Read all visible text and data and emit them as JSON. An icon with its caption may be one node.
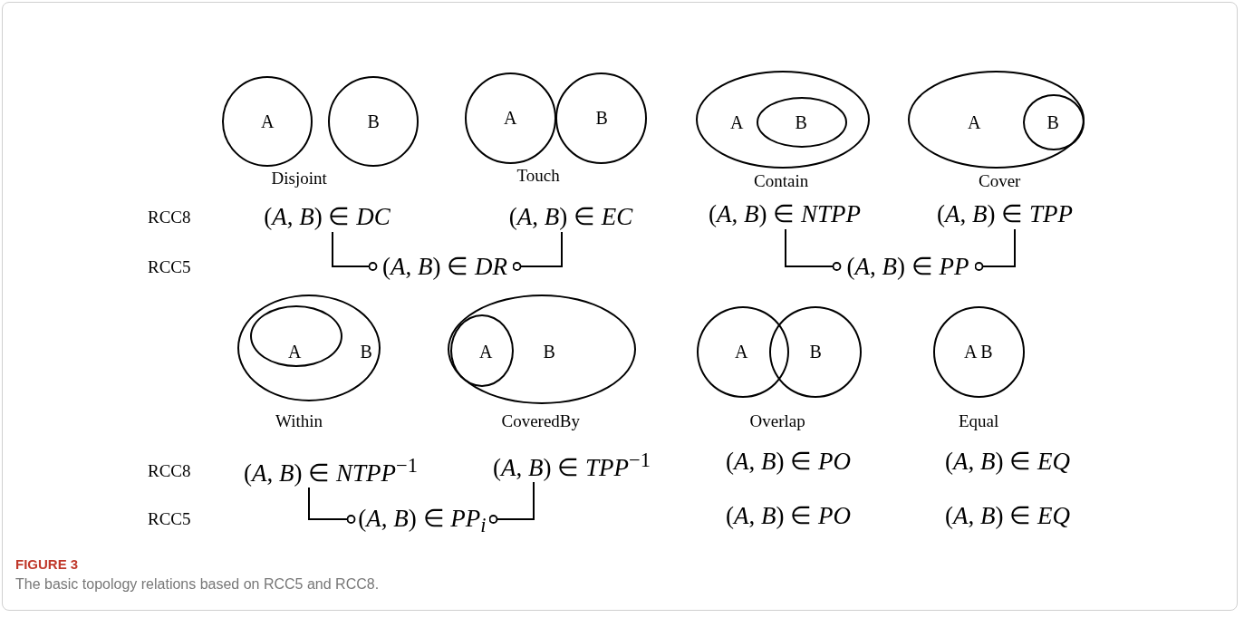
{
  "diagram": {
    "caption": "The basic topology relations based on RCC5 and RCC8.",
    "nodes": [
      {
        "text": [
          "A"
        ]
      },
      {
        "text": [
          "B"
        ]
      },
      {
        "text": [
          "A"
        ]
      },
      {
        "text": [
          "B"
        ]
      },
      {
        "text": [
          "A"
        ]
      },
      {
        "text": [
          "B"
        ],
        "in": 4
      },
      {
        "text": [
          "A"
        ]
      },
      {
        "text": [
          "B"
        ],
        "in": 6
      },
      {
        "text": [
          "(*A*, *B*) ∈ *DC*"
        ]
      },
      {
        "text": [
          "(*A*, *B*) ∈ *EC*"
        ]
      },
      {
        "text": [
          "(*A*, *B*) ∈ *NTPP*"
        ]
      },
      {
        "text": [
          "(*A*, *B*) ∈ *TPP*"
        ]
      },
      {
        "text": [
          "(*A*, *B*) ∈ *DR*"
        ]
      },
      {
        "text": [
          "(*A*, *B*) ∈ *PP*"
        ]
      },
      {
        "text": [
          "B"
        ]
      },
      {
        "text": [
          "A"
        ],
        "in": 14
      },
      {
        "text": [
          "B"
        ]
      },
      {
        "text": [
          "A"
        ],
        "in": 16
      },
      {
        "text": [
          "A"
        ]
      },
      {
        "text": [
          "B"
        ]
      },
      {
        "text": [
          "A B"
        ]
      },
      {
        "text": [
          "(*A*, *B*) ∈ *NTPP*$^{−1}$"
        ]
      },
      {
        "text": [
          "(*A*, *B*) ∈ *TPP*$^{−1}$"
        ]
      },
      {
        "text": [
          "(*A*, *B*) ∈ *PP*$_{i}$"
        ]
      }
    ],
    "edges": [
      {
        "from": 8,
        "to": 12,
        "arrow": "other"
      },
      {
        "from": 9,
        "to": 12,
        "arrow": "other"
      },
      {
        "from": 10,
        "to": 13,
        "arrow": "other"
      },
      {
        "from": 11,
        "to": 13,
        "arrow": "other"
      },
      {
        "from": 21,
        "to": 23,
        "arrow": "other"
      },
      {
        "from": 22,
        "to": 23,
        "arrow": "other"
      }
    ],
    "labels": [
      "Disjoint",
      "Touch",
      "Contain",
      "Cover",
      "RCC8",
      "RCC5",
      "Within",
      "CoveredBy",
      "Overlap",
      "Equal",
      "RCC8",
      "(*A*, *B*) ∈ *PO*",
      "(*A*, *B*) ∈ *EQ*",
      "RCC5",
      "(*A*, *B*) ∈ *PO*",
      "(*A*, *B*) ∈ *EQ*",
      "FIGURE 3"
    ]
  }
}
